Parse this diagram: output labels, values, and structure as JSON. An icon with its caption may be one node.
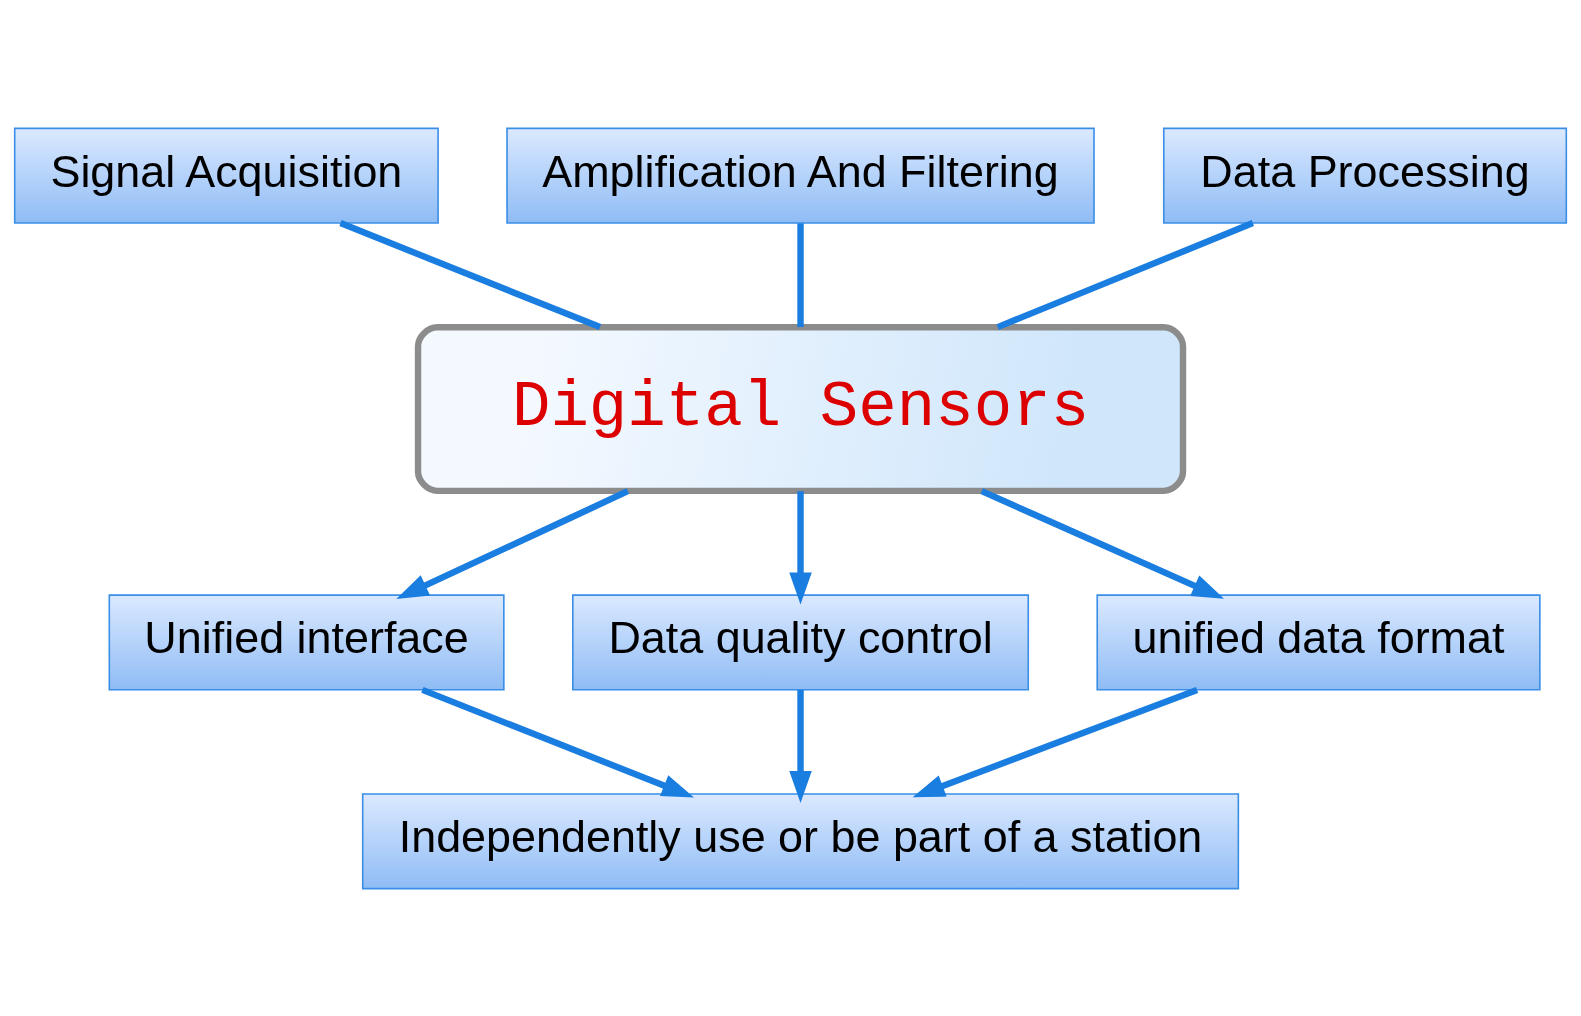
{
  "diagram": {
    "nodes": [
      {
        "text": [
          "Signal Acquisition"
        ]
      },
      {
        "text": [
          "Amplification And Filtering"
        ]
      },
      {
        "text": [
          "Data Processing"
        ]
      },
      {
        "text": [
          "Digital Sensors"
        ]
      },
      {
        "text": [
          "Unified interface"
        ]
      },
      {
        "text": [
          "Data quality control"
        ]
      },
      {
        "text": [
          "unified data format"
        ]
      },
      {
        "text": [
          "Independently use or be part of a station"
        ]
      }
    ],
    "edges": [
      {
        "from": 0,
        "to": 3,
        "arrow": "none"
      },
      {
        "from": 1,
        "to": 3,
        "arrow": "none"
      },
      {
        "from": 2,
        "to": 3,
        "arrow": "none"
      },
      {
        "from": 3,
        "to": 4,
        "arrow": "to"
      },
      {
        "from": 3,
        "to": 5,
        "arrow": "to"
      },
      {
        "from": 3,
        "to": 6,
        "arrow": "to"
      },
      {
        "from": 4,
        "to": 7,
        "arrow": "to"
      },
      {
        "from": 5,
        "to": 7,
        "arrow": "to"
      },
      {
        "from": 6,
        "to": 7,
        "arrow": "to"
      }
    ]
  }
}
